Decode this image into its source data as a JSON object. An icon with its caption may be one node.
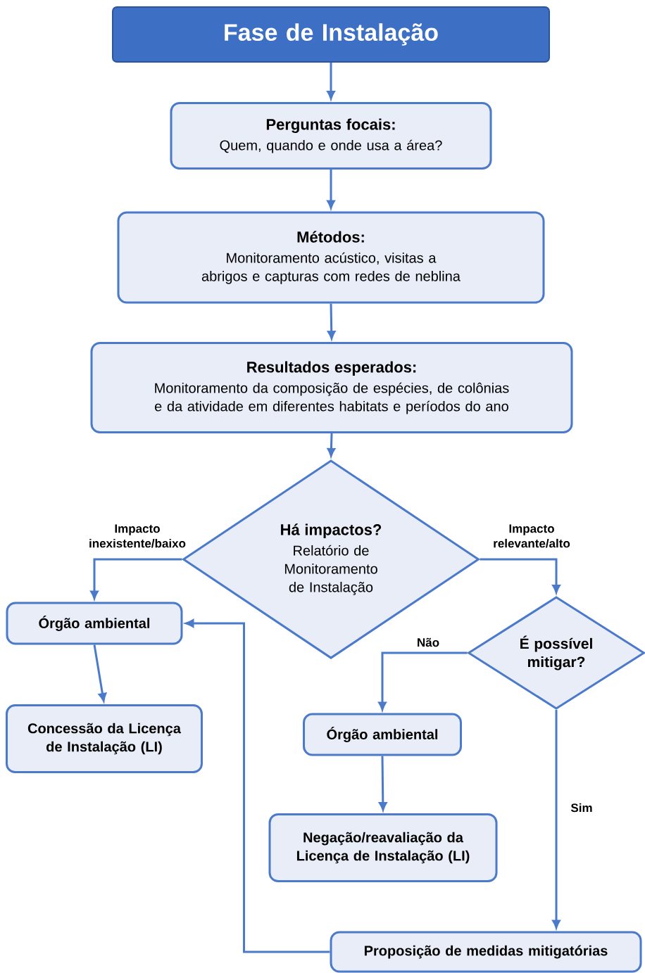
{
  "diagram": {
    "nodes": [
      {
        "text": [
          "Fase de Instalação"
        ]
      },
      {
        "text": [
          "Perguntas focais:",
          "Quem, quando e onde usa a área?"
        ]
      },
      {
        "text": [
          "Métodos:",
          "Monitoramento acústico, visitas a abrigos e capturas com redes de neblina"
        ]
      },
      {
        "text": [
          "Resultados esperados:",
          "Monitoramento da composição de espécies, de colônias e da atividade em diferentes habitats e períodos do ano"
        ]
      },
      {
        "text": [
          "Há impactos?",
          "Relatório de Monitoramento de Instalação"
        ]
      },
      {
        "text": [
          "Órgão ambiental"
        ]
      },
      {
        "text": [
          "Concessão da Licença de Instalação (LI)"
        ]
      },
      {
        "text": [
          "É possível mitigar?"
        ]
      },
      {
        "text": [
          "Órgão ambiental"
        ]
      },
      {
        "text": [
          "Negação/reavaliação da Licença de Instalação (LI)"
        ]
      },
      {
        "text": [
          "Proposição de medidas mitigatórias"
        ]
      }
    ],
    "edges": [
      {
        "from": 0,
        "to": 1,
        "arrow": "to"
      },
      {
        "from": 1,
        "to": 2,
        "arrow": "to"
      },
      {
        "from": 2,
        "to": 3,
        "arrow": "to"
      },
      {
        "from": 3,
        "to": 4,
        "arrow": "to"
      },
      {
        "from": 4,
        "to": 5,
        "arrow": "to",
        "label": "Impacto inexistente/baixo"
      },
      {
        "from": 4,
        "to": 7,
        "arrow": "to",
        "label": "Impacto relevante/alto"
      },
      {
        "from": 5,
        "to": 6,
        "arrow": "to"
      },
      {
        "from": 7,
        "to": 8,
        "arrow": "to",
        "label": "Não"
      },
      {
        "from": 8,
        "to": 9,
        "arrow": "to"
      },
      {
        "from": 7,
        "to": 10,
        "arrow": "to",
        "label": "Sim"
      },
      {
        "from": 10,
        "to": 5,
        "arrow": "to"
      }
    ]
  }
}
